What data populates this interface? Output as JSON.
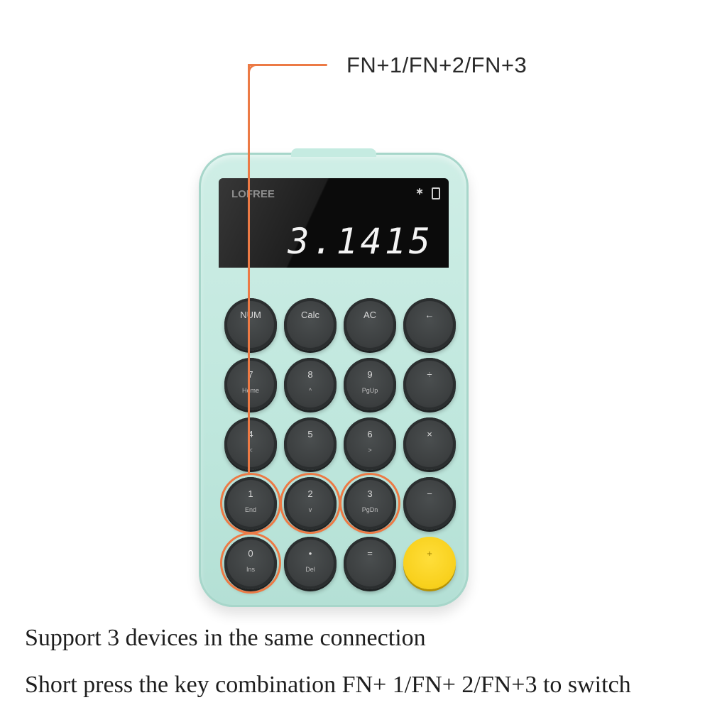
{
  "callout": {
    "label": "FN+1/FN+2/FN+3",
    "accent_color": "#ec7a45"
  },
  "device": {
    "brand": "LOFREE",
    "display_value": "3.1415",
    "status_icons": [
      "bluetooth-icon",
      "battery-icon"
    ],
    "keys": [
      {
        "main": "NUM",
        "sub": ""
      },
      {
        "main": "Calc",
        "sub": ""
      },
      {
        "main": "AC",
        "sub": ""
      },
      {
        "main": "←",
        "sub": ""
      },
      {
        "main": "7",
        "sub": "Home"
      },
      {
        "main": "8",
        "sub": "^"
      },
      {
        "main": "9",
        "sub": "PgUp"
      },
      {
        "main": "÷",
        "sub": ""
      },
      {
        "main": "4",
        "sub": "<"
      },
      {
        "main": "5",
        "sub": ""
      },
      {
        "main": "6",
        "sub": ">"
      },
      {
        "main": "×",
        "sub": ""
      },
      {
        "main": "1",
        "sub": "End"
      },
      {
        "main": "2",
        "sub": "v"
      },
      {
        "main": "3",
        "sub": "PgDn"
      },
      {
        "main": "−",
        "sub": ""
      },
      {
        "main": "0",
        "sub": "Ins"
      },
      {
        "main": "•",
        "sub": "Del"
      },
      {
        "main": "=",
        "sub": ""
      },
      {
        "main": "+",
        "sub": ""
      }
    ]
  },
  "captions": {
    "line1": "Support 3 devices in the same connection",
    "line2": "Short press the key combination FN+ 1/FN+ 2/FN+3 to switch"
  }
}
